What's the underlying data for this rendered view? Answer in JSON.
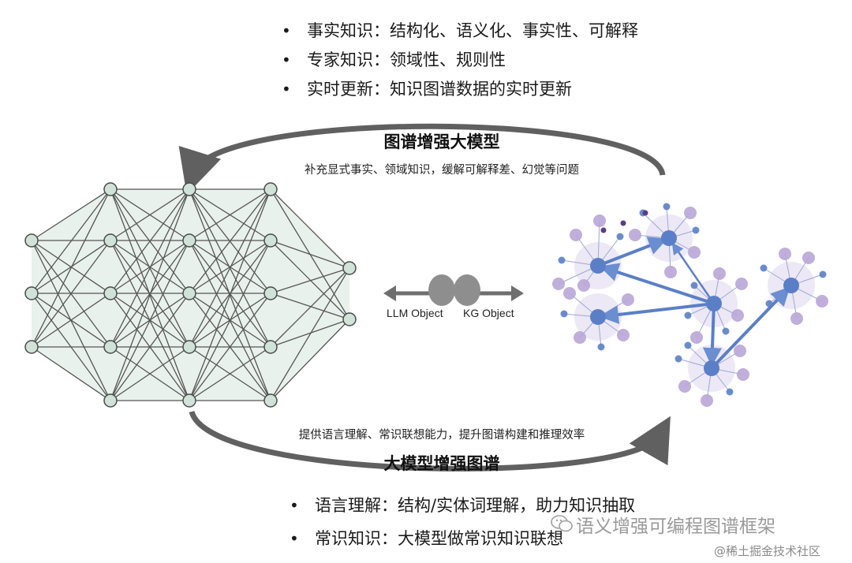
{
  "top_bullets": [
    "事实知识：结构化、语义化、事实性、可解释",
    "专家知识：领域性、规则性",
    "实时更新：知识图谱数据的实时更新"
  ],
  "top_arrow": {
    "title": "图谱增强大模型",
    "subtitle": "补充显式事实、领域知识，缓解可解释差、幻觉等问题"
  },
  "bottom_arrow": {
    "subtitle": "提供语言理解、常识联想能力，提升图谱构建和推理效率",
    "title": "大模型增强图谱"
  },
  "center": {
    "llm_label": "LLM Object",
    "kg_label": "KG Object"
  },
  "bottom_bullets": [
    "语言理解：结构/实体词理解，助力知识抽取",
    "常识知识：大模型做常识知识联想"
  ],
  "watermark": {
    "main": "语义增强可编程图谱框架",
    "sub": "@稀土掘金技术社区"
  },
  "colors": {
    "nn_node_fill": "#cfe3d8",
    "nn_edge": "#555555",
    "kg_hub": "#5b7fc7",
    "kg_leaf": "#b8a6d6",
    "kg_halo": "#e8e2f3",
    "arc": "#606060"
  }
}
